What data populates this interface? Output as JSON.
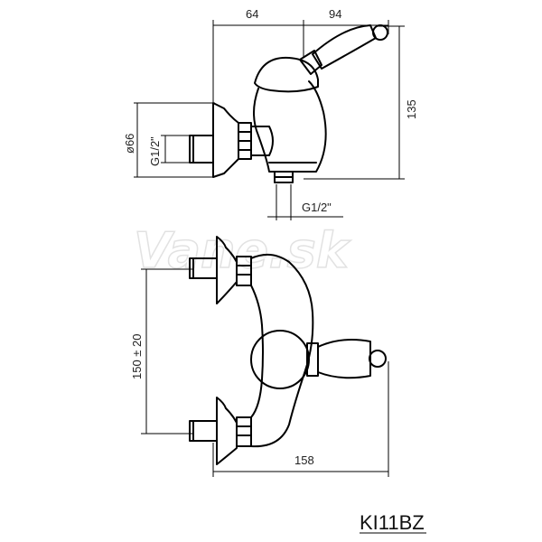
{
  "drawing": {
    "dimensions": {
      "top_left_width": "64",
      "top_right_width": "94",
      "height": "135",
      "flange_diameter": "ø66",
      "inlet_thread_side": "G1/2\"",
      "outlet_thread_bottom": "G1/2\"",
      "inlet_spacing": "150 ± 20",
      "total_width": "158"
    },
    "watermark": "Vane.sk",
    "model_code": "KI11BZ"
  },
  "colors": {
    "line": "#000000",
    "background": "#ffffff",
    "watermark": "#e2e2e2"
  }
}
